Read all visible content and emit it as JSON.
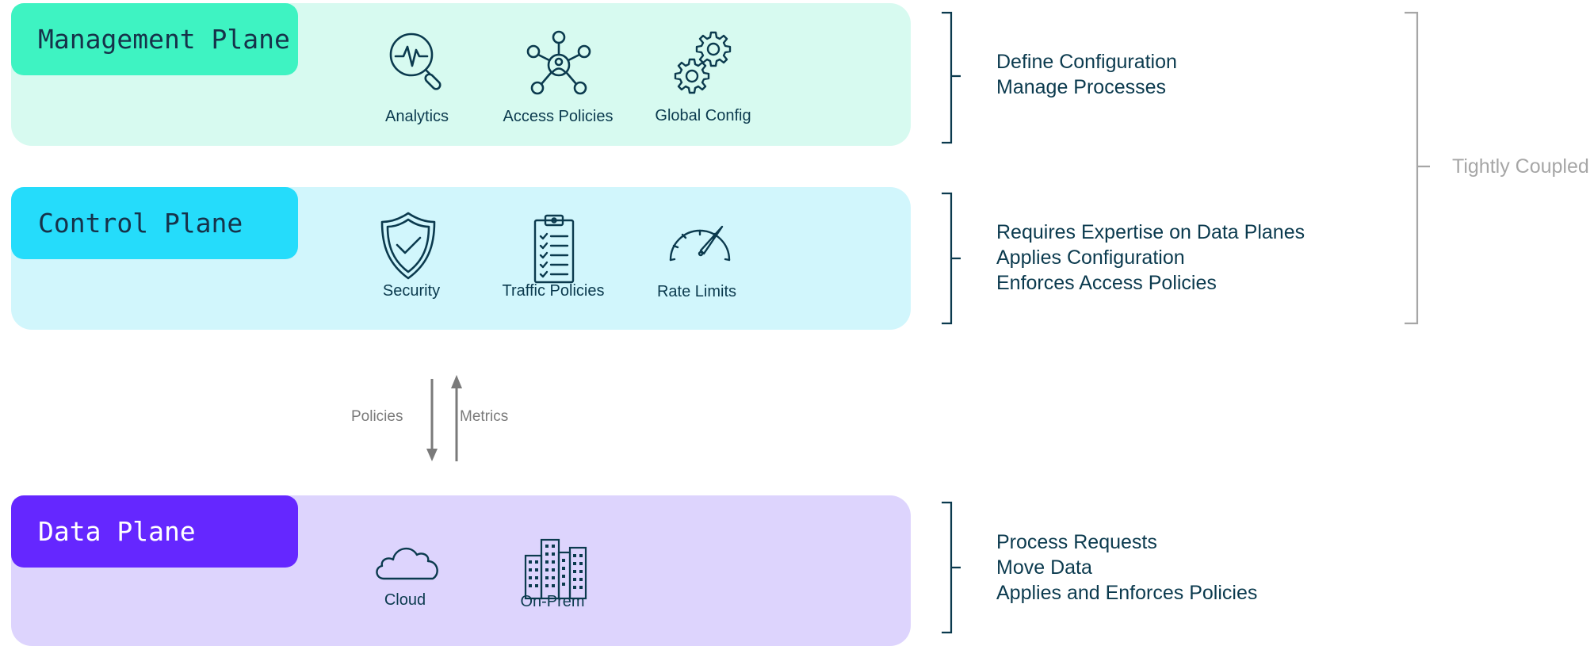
{
  "planes": {
    "management": {
      "title": "Management Plane",
      "box_color": "#d7faf0",
      "label_color": "#3ef3c2",
      "label_text_color": "#16324a",
      "items": [
        {
          "icon": "analytics-icon",
          "label": "Analytics"
        },
        {
          "icon": "access-policies-network-icon",
          "label": "Access Policies"
        },
        {
          "icon": "gears-icon",
          "label": "Global Config"
        }
      ],
      "description": [
        "Define Configuration",
        "Manage Processes"
      ]
    },
    "control": {
      "title": "Control Plane",
      "box_color": "#d1f6fc",
      "label_color": "#25dcfb",
      "label_text_color": "#16324a",
      "items": [
        {
          "icon": "shield-check-icon",
          "label": "Security"
        },
        {
          "icon": "clipboard-checklist-icon",
          "label": "Traffic Policies"
        },
        {
          "icon": "speedometer-icon",
          "label": "Rate Limits"
        }
      ],
      "description": [
        "Requires Expertise on Data Planes",
        "Applies Configuration",
        "Enforces Access Policies"
      ]
    },
    "data": {
      "title": "Data Plane",
      "box_color": "#ddd4fd",
      "label_color": "#6527ff",
      "label_text_color": "#ffffff",
      "items": [
        {
          "icon": "cloud-icon",
          "label": "Cloud"
        },
        {
          "icon": "buildings-icon",
          "label": "On-Prem"
        }
      ],
      "description": [
        "Process Requests",
        "Move Data",
        "Applies and Enforces Policies"
      ]
    }
  },
  "flow": {
    "down_label": "Policies",
    "up_label": "Metrics"
  },
  "coupling_label": "Tightly Coupled",
  "colors": {
    "text": "#0b3a4e",
    "bracket": "#0b3a4e",
    "muted": "#a6a6a6",
    "arrow": "#7a7a7a"
  }
}
